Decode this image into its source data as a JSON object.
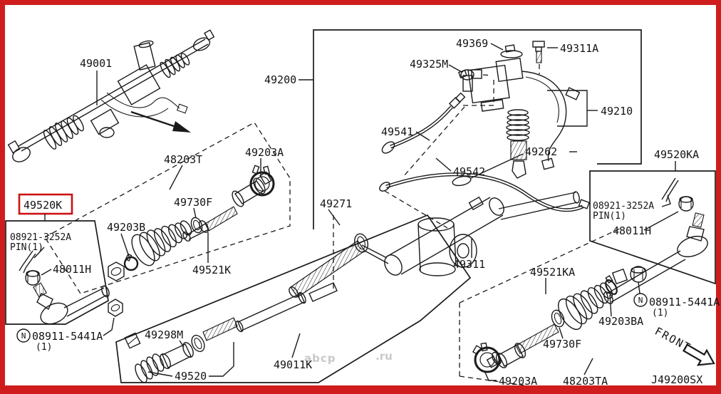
{
  "frame": {
    "code": "J49200SX",
    "front": "FRONT",
    "watermark_main": "abcp",
    "watermark_tld": ".ru"
  },
  "colors": {
    "highlight": "#cc1111",
    "line": "#1a1a1a",
    "watermark": "#c9c9c9",
    "border": "#cf1d1d"
  },
  "labels": {
    "assembly": "49001",
    "gear": "49200",
    "cap": "49369",
    "bolt": "49311A",
    "sensor": "49325M",
    "valve": "49210",
    "seal": "49262",
    "tube_upper": "49541",
    "tube_lower": "49542",
    "rack": "49271",
    "housing": "49311",
    "boot_left": "48203T",
    "clamp_left_a": "49203A",
    "ring_left": "49730F",
    "clamp_left_b": "49203B",
    "socket_left": "49521K",
    "rodend_kit_left": "49520K",
    "pin_left_part": "08921-3252A",
    "pin_left_qty": "PIN(1)",
    "nut_left": "48011H",
    "locknut_left_sym": "N",
    "locknut_left_part": "08911-5441A",
    "locknut_left_qty": "(1)",
    "mount_bush_collar": "49298M",
    "mount_bush": "49520",
    "rack_kit": "49011K",
    "socket_right": "49521KA",
    "ring_right": "49730F",
    "clamp_right_a": "49203A",
    "boot_right": "48203TA",
    "clamp_right_b": "49203BA",
    "locknut_right_sym": "N",
    "locknut_right_part": "08911-5441A",
    "locknut_right_qty": "(1)",
    "rodend_kit_right": "49520KA",
    "pin_right_part": "08921-3252A",
    "pin_right_qty": "PIN(1)",
    "nut_right": "48011H"
  }
}
